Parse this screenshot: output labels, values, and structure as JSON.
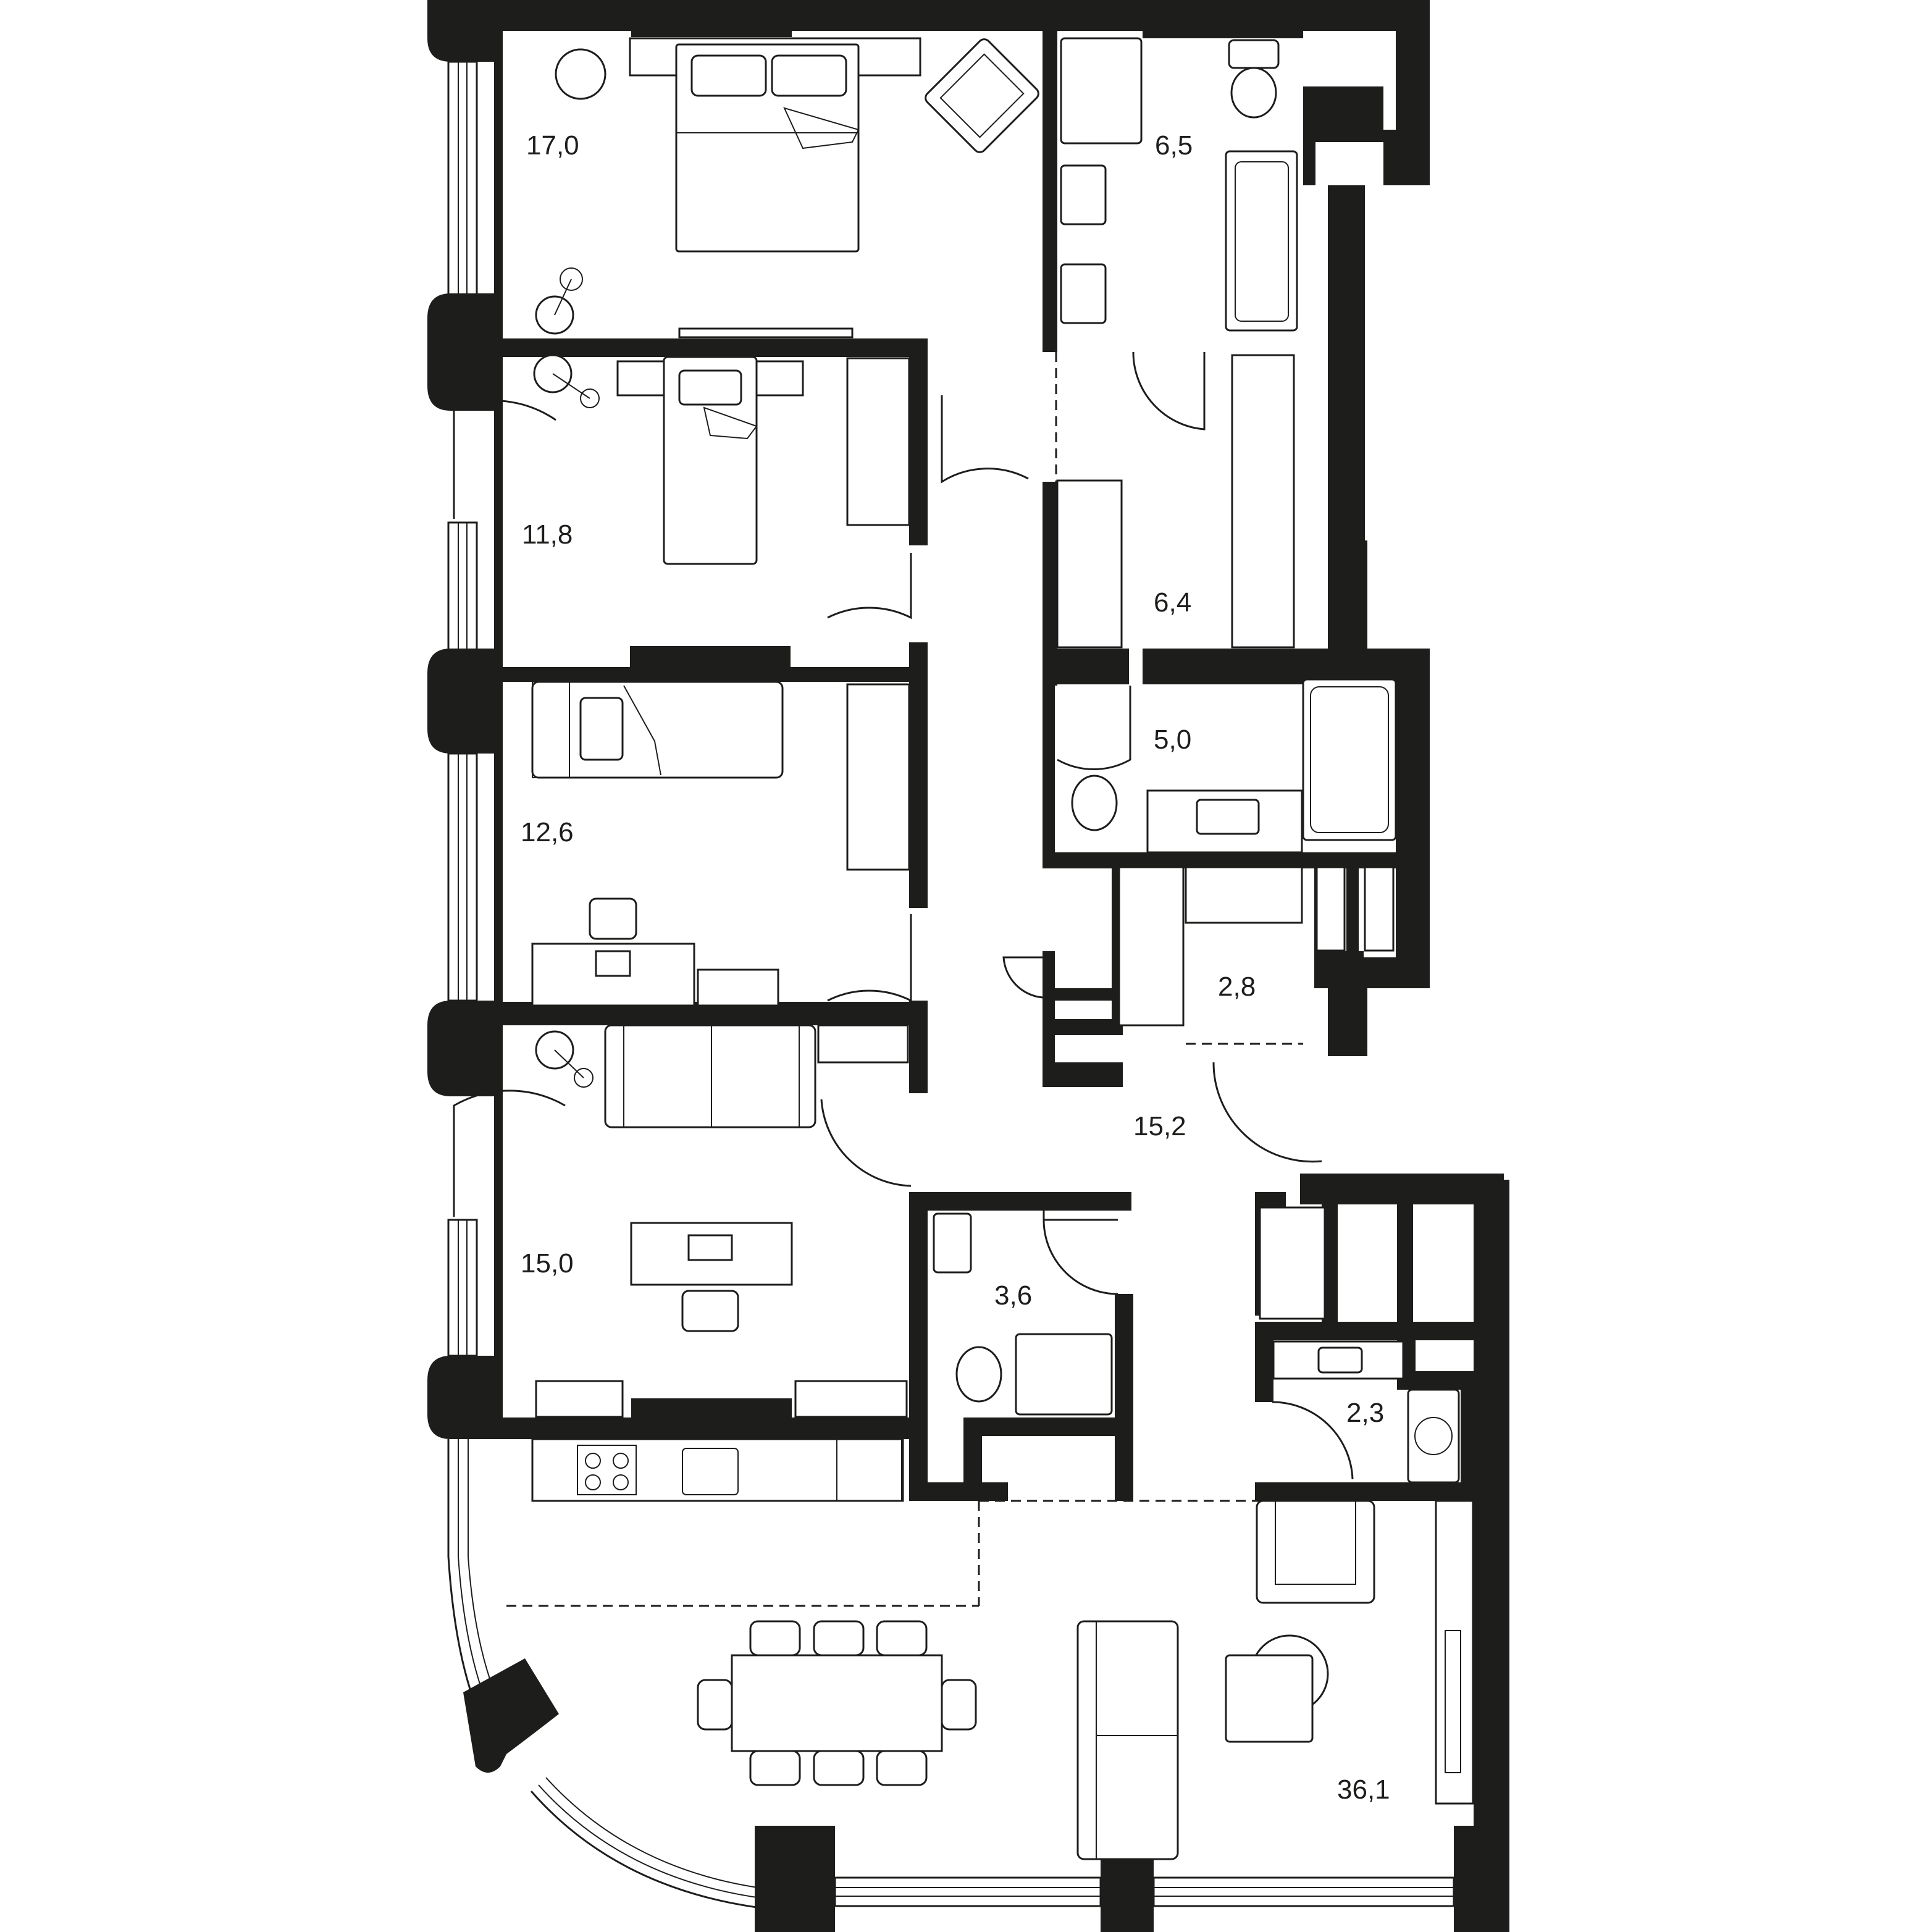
{
  "plan": {
    "colors": {
      "wall": "#1d1d1b",
      "background": "#ffffff"
    },
    "rooms": [
      {
        "id": "bedroom-master",
        "area": "17,0"
      },
      {
        "id": "bathroom-master",
        "area": "6,5"
      },
      {
        "id": "bedroom-2",
        "area": "11,8"
      },
      {
        "id": "wardrobe-hall",
        "area": "6,4"
      },
      {
        "id": "bathroom-2",
        "area": "5,0"
      },
      {
        "id": "bedroom-3",
        "area": "12,6"
      },
      {
        "id": "storage",
        "area": "2,8"
      },
      {
        "id": "corridor",
        "area": "15,2"
      },
      {
        "id": "bedroom-4",
        "area": "15,0"
      },
      {
        "id": "toilet",
        "area": "3,6"
      },
      {
        "id": "laundry",
        "area": "2,3"
      },
      {
        "id": "living-kitchen",
        "area": "36,1"
      }
    ]
  }
}
